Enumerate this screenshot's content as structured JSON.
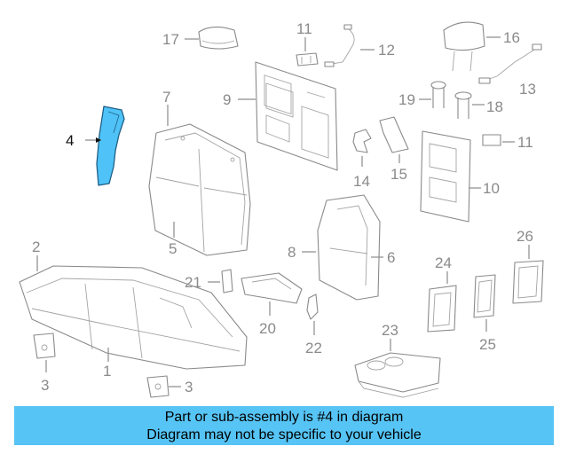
{
  "diagram": {
    "highlighted_part": "4",
    "colors": {
      "highlight": "#4fc3f7",
      "banner": "#56c4f5",
      "line": "#8a8a8a"
    },
    "labels": {
      "p1": "1",
      "p2": "2",
      "p3a": "3",
      "p3b": "3",
      "p4": "4",
      "p5": "5",
      "p6": "6",
      "p7": "7",
      "p8": "8",
      "p9": "9",
      "p10": "10",
      "p11a": "11",
      "p11b": "11",
      "p12": "12",
      "p13": "13",
      "p14": "14",
      "p15": "15",
      "p16": "16",
      "p17": "17",
      "p18": "18",
      "p19": "19",
      "p20": "20",
      "p21": "21",
      "p22": "22",
      "p23": "23",
      "p24": "24",
      "p25": "25",
      "p26": "26"
    }
  },
  "banner": {
    "line1": "Part or sub-assembly is #4 in diagram",
    "line2": "Diagram may not be specific to your vehicle"
  }
}
